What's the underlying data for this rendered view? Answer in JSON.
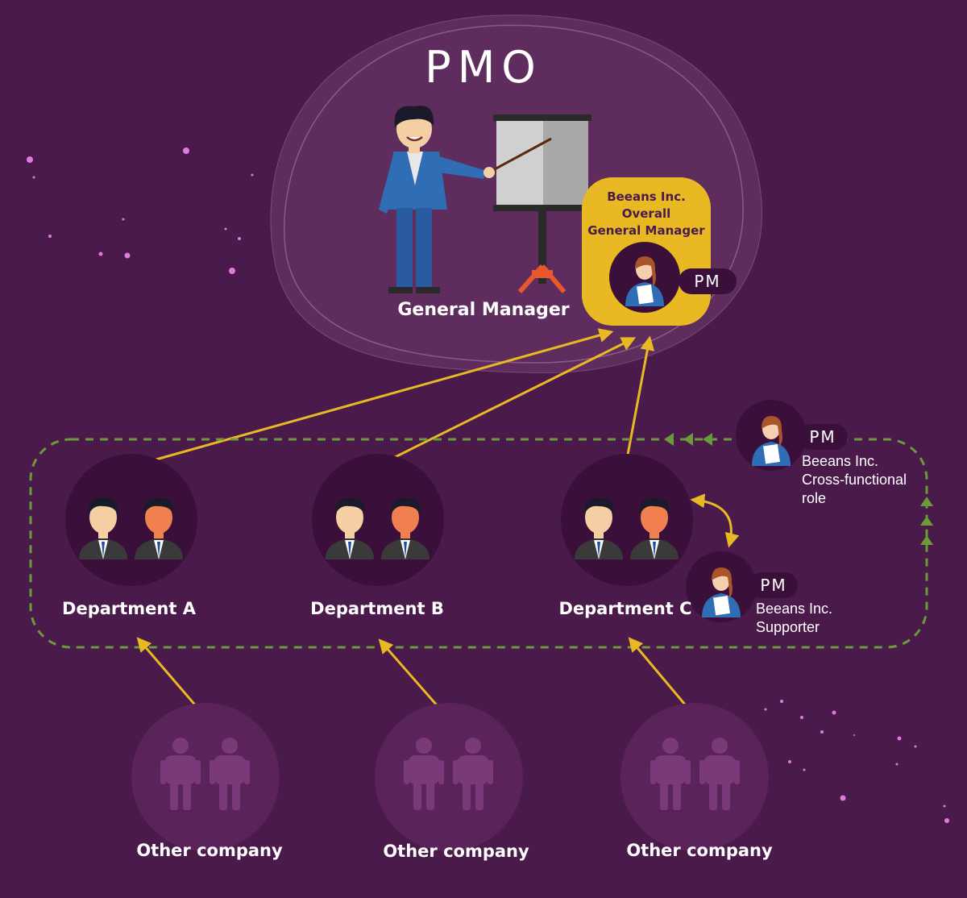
{
  "pmo": {
    "title": "PMO",
    "general_manager_label": "General Manager",
    "overall_gm_label": "Beeans Inc.\nOverall\nGeneral Manager",
    "overall_gm_pm_tag": "PM"
  },
  "cross_functional": {
    "pm_tag": "PM",
    "description": "Beeans Inc.\nCross-functional\nrole"
  },
  "supporter": {
    "pm_tag": "PM",
    "description": "Beeans Inc.\nSupporter"
  },
  "departments": [
    {
      "label": "Department A"
    },
    {
      "label": "Department B"
    },
    {
      "label": "Department C"
    }
  ],
  "other_companies": [
    {
      "label": "Other company"
    },
    {
      "label": "Other company"
    },
    {
      "label": "Other company"
    }
  ],
  "colors": {
    "background": "#4a1a4a",
    "accent_yellow": "#e8b923",
    "dashed_green": "#6a9a3a",
    "circle_dark": "#3a0f3a",
    "person_blue": "#2f6db5"
  }
}
